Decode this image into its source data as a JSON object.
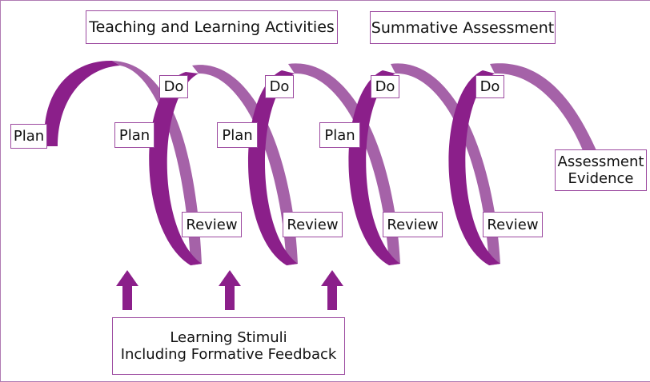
{
  "colors": {
    "coil_dark": "#8b1f8a",
    "coil_light": "#a562a8",
    "arrow": "#8b1f8a",
    "box_border": "#9c4aa0",
    "frame_border": "#b07bb3",
    "text": "#111111"
  },
  "header": {
    "teaching_label": "Teaching and Learning Activities",
    "summative_label": "Summative Assessment"
  },
  "labels": {
    "plan": "Plan",
    "do": "Do",
    "review": "Review"
  },
  "assessment_evidence": [
    "Assessment",
    "Evidence"
  ],
  "stimuli": [
    "Learning Stimuli",
    "Including Formative Feedback"
  ],
  "icons": [
    "up-arrow-icon"
  ]
}
